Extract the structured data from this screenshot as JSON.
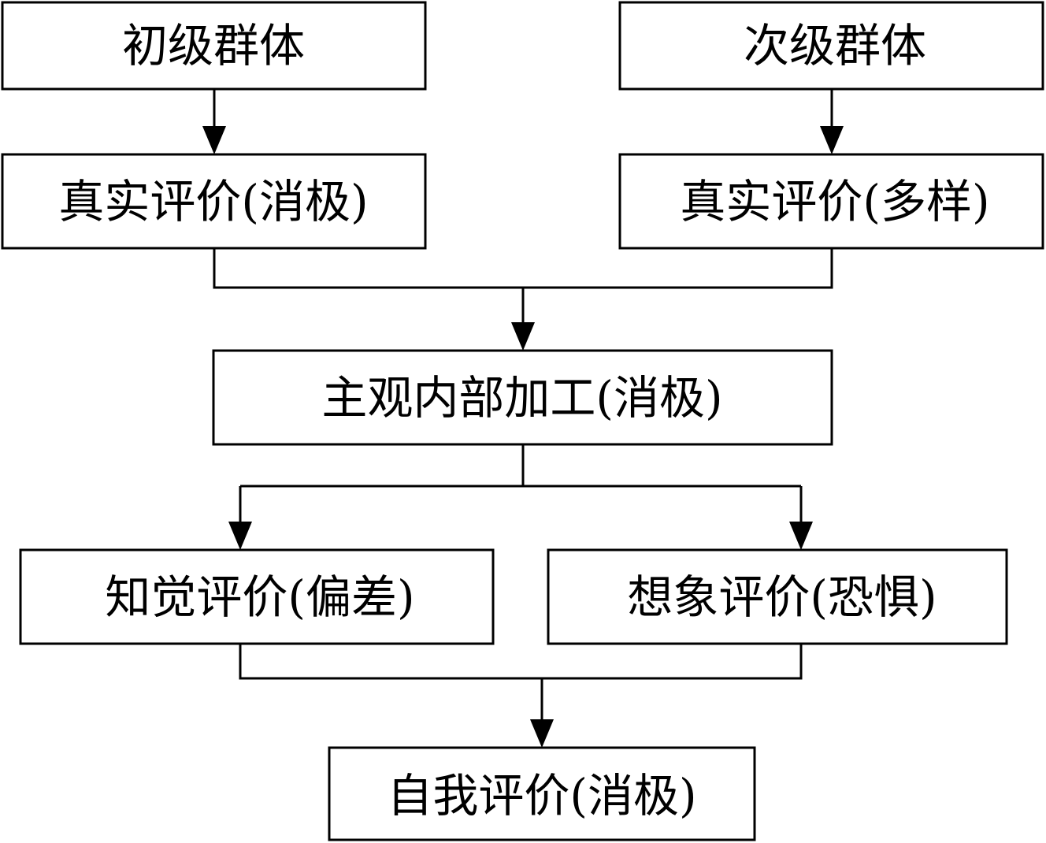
{
  "diagram": {
    "nodes": {
      "primary_group": "初级群体",
      "secondary_group": "次级群体",
      "real_eval_negative": "真实评价(消极)",
      "real_eval_diverse": "真实评价(多样)",
      "subjective_processing": "主观内部加工(消极)",
      "perceived_eval": "知觉评价(偏差)",
      "imagined_eval": "想象评价(恐惧)",
      "self_eval": "自我评价(消极)"
    }
  }
}
